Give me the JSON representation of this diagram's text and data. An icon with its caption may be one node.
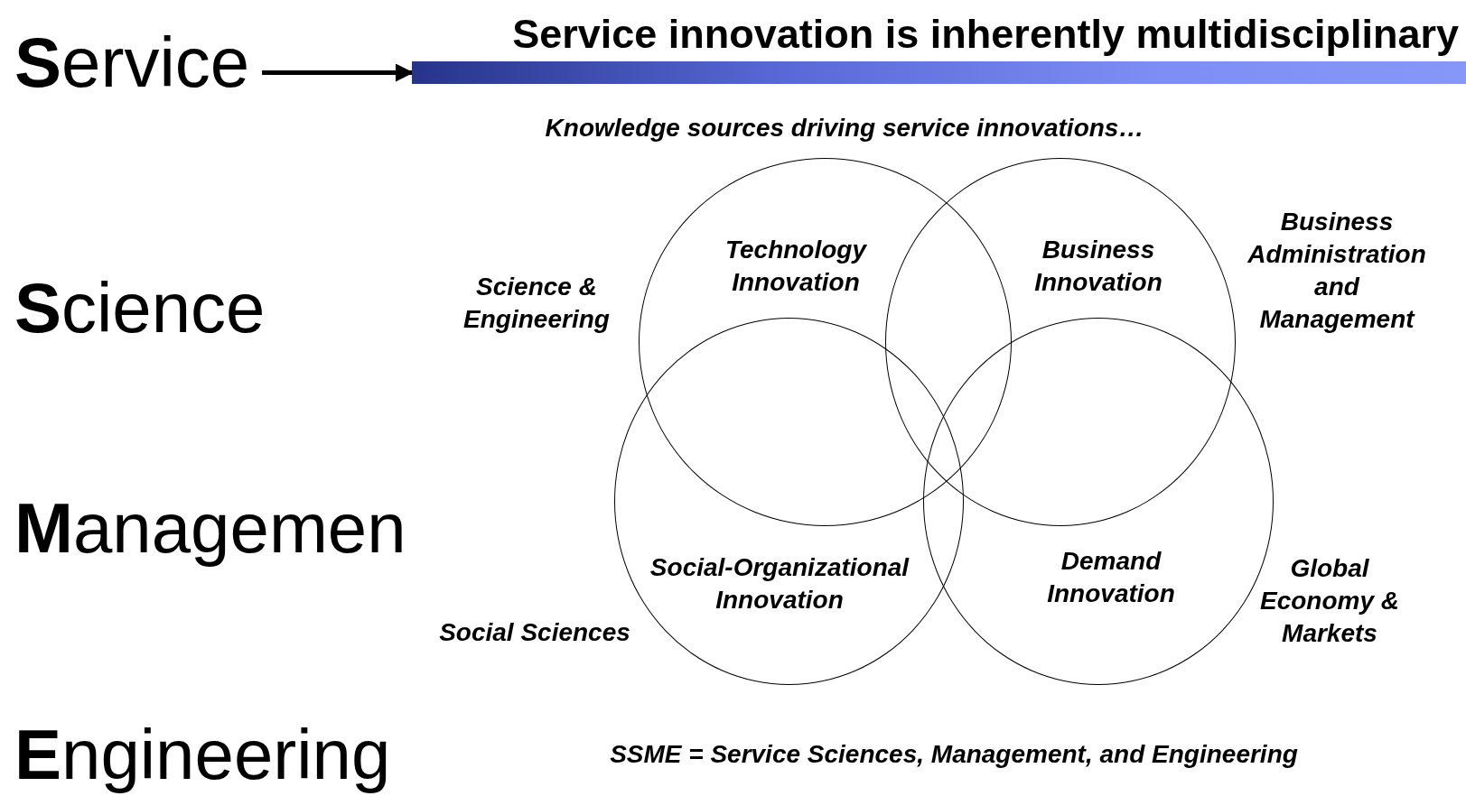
{
  "diagram": {
    "title": "Service innovation is inherently multidisciplinary",
    "nodes": [
      {
        "text": [
          "**S**ervice"
        ]
      },
      {
        "text": [],
        "shape": "bar"
      },
      {
        "text": [
          "Technology Innovation"
        ]
      },
      {
        "text": [
          "Business Innovation"
        ]
      },
      {
        "text": [
          "Social-Organizational Innovation"
        ]
      },
      {
        "text": [
          "Demand Innovation"
        ]
      }
    ],
    "edges": [
      {
        "from": 0,
        "to": 1,
        "arrow": "to"
      }
    ],
    "labels": [
      "Knowledge sources driving service innovations…",
      "Business Administration and Management",
      "**S**cience",
      "Science & Engineering",
      "**M**anagemen",
      "Global Economy & Markets",
      "Social Sciences",
      "**E**ngineering",
      "SSME = Service Sciences, Management, and Engineering"
    ]
  }
}
